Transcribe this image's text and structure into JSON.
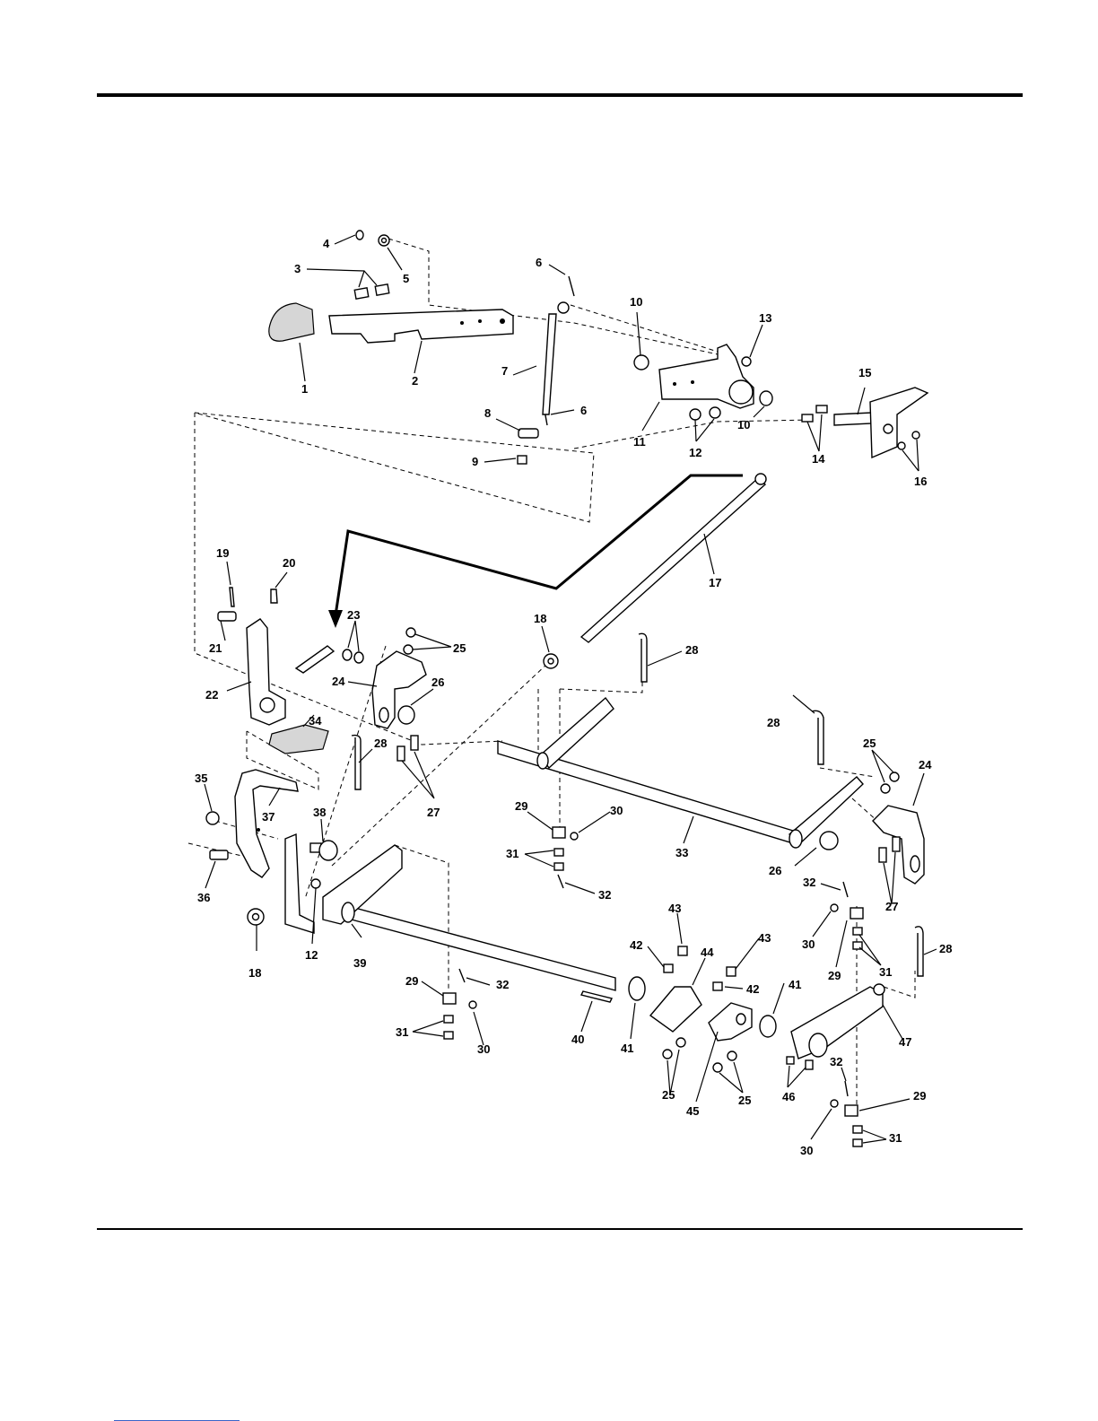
{
  "diagram": {
    "callouts": [
      {
        "id": "c4",
        "text": "4"
      },
      {
        "id": "c5",
        "text": "5"
      },
      {
        "id": "c3",
        "text": "3"
      },
      {
        "id": "c1",
        "text": "1"
      },
      {
        "id": "c2",
        "text": "2"
      },
      {
        "id": "c6a",
        "text": "6"
      },
      {
        "id": "c6b",
        "text": "6"
      },
      {
        "id": "c7",
        "text": "7"
      },
      {
        "id": "c8",
        "text": "8"
      },
      {
        "id": "c9",
        "text": "9"
      },
      {
        "id": "c10a",
        "text": "10"
      },
      {
        "id": "c10b",
        "text": "10"
      },
      {
        "id": "c11",
        "text": "11"
      },
      {
        "id": "c12a",
        "text": "12"
      },
      {
        "id": "c13",
        "text": "13"
      },
      {
        "id": "c14",
        "text": "14"
      },
      {
        "id": "c15",
        "text": "15"
      },
      {
        "id": "c16",
        "text": "16"
      },
      {
        "id": "c17",
        "text": "17"
      },
      {
        "id": "c18a",
        "text": "18"
      },
      {
        "id": "c19",
        "text": "19"
      },
      {
        "id": "c20",
        "text": "20"
      },
      {
        "id": "c21",
        "text": "21"
      },
      {
        "id": "c22",
        "text": "22"
      },
      {
        "id": "c23",
        "text": "23"
      },
      {
        "id": "c24a",
        "text": "24"
      },
      {
        "id": "c25a",
        "text": "25"
      },
      {
        "id": "c26a",
        "text": "26"
      },
      {
        "id": "c27a",
        "text": "27"
      },
      {
        "id": "c28a",
        "text": "28"
      },
      {
        "id": "c28b",
        "text": "28"
      },
      {
        "id": "c28c",
        "text": "28"
      },
      {
        "id": "c34",
        "text": "34"
      },
      {
        "id": "c35",
        "text": "35"
      },
      {
        "id": "c37",
        "text": "37"
      },
      {
        "id": "c38",
        "text": "38"
      },
      {
        "id": "c36",
        "text": "36"
      },
      {
        "id": "c18b",
        "text": "18"
      },
      {
        "id": "c12b",
        "text": "12"
      },
      {
        "id": "c39",
        "text": "39"
      },
      {
        "id": "c29a",
        "text": "29"
      },
      {
        "id": "c30a",
        "text": "30"
      },
      {
        "id": "c31a",
        "text": "31"
      },
      {
        "id": "c32a",
        "text": "32"
      },
      {
        "id": "c33",
        "text": "33"
      },
      {
        "id": "c25b",
        "text": "25"
      },
      {
        "id": "c24b",
        "text": "24"
      },
      {
        "id": "c26b",
        "text": "26"
      },
      {
        "id": "c27b",
        "text": "27"
      },
      {
        "id": "c32b",
        "text": "32"
      },
      {
        "id": "c30b",
        "text": "30"
      },
      {
        "id": "c29b",
        "text": "29"
      },
      {
        "id": "c31b",
        "text": "31"
      },
      {
        "id": "c28d",
        "text": "28"
      },
      {
        "id": "c43a",
        "text": "43"
      },
      {
        "id": "c42a",
        "text": "42"
      },
      {
        "id": "c44",
        "text": "44"
      },
      {
        "id": "c43b",
        "text": "43"
      },
      {
        "id": "c42b",
        "text": "42"
      },
      {
        "id": "c29c",
        "text": "29"
      },
      {
        "id": "c32c",
        "text": "32"
      },
      {
        "id": "c31c",
        "text": "31"
      },
      {
        "id": "c30c",
        "text": "30"
      },
      {
        "id": "c40",
        "text": "40"
      },
      {
        "id": "c41a",
        "text": "41"
      },
      {
        "id": "c41b",
        "text": "41"
      },
      {
        "id": "c47",
        "text": "47"
      },
      {
        "id": "c25c",
        "text": "25"
      },
      {
        "id": "c45",
        "text": "45"
      },
      {
        "id": "c25d",
        "text": "25"
      },
      {
        "id": "c46",
        "text": "46"
      },
      {
        "id": "c32d",
        "text": "32"
      },
      {
        "id": "c29d",
        "text": "29"
      },
      {
        "id": "c30d",
        "text": "30"
      },
      {
        "id": "c31d",
        "text": "31"
      }
    ]
  }
}
